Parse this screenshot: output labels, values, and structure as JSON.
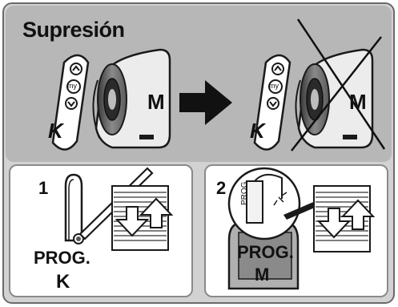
{
  "header": {
    "title": "Supresión"
  },
  "remote": {
    "label": "K",
    "button_my": "my"
  },
  "receiver": {
    "label": "M"
  },
  "step1": {
    "number": "1",
    "prog_label": "PROG.",
    "device_label": "K"
  },
  "step2": {
    "number": "2",
    "prog_small": "PROG",
    "prog_label": "PROG.",
    "device_label": "M"
  },
  "colors": {
    "panel": "#b7b7b7",
    "frame": "#d2d2d2",
    "stroke": "#1a1a1a"
  }
}
